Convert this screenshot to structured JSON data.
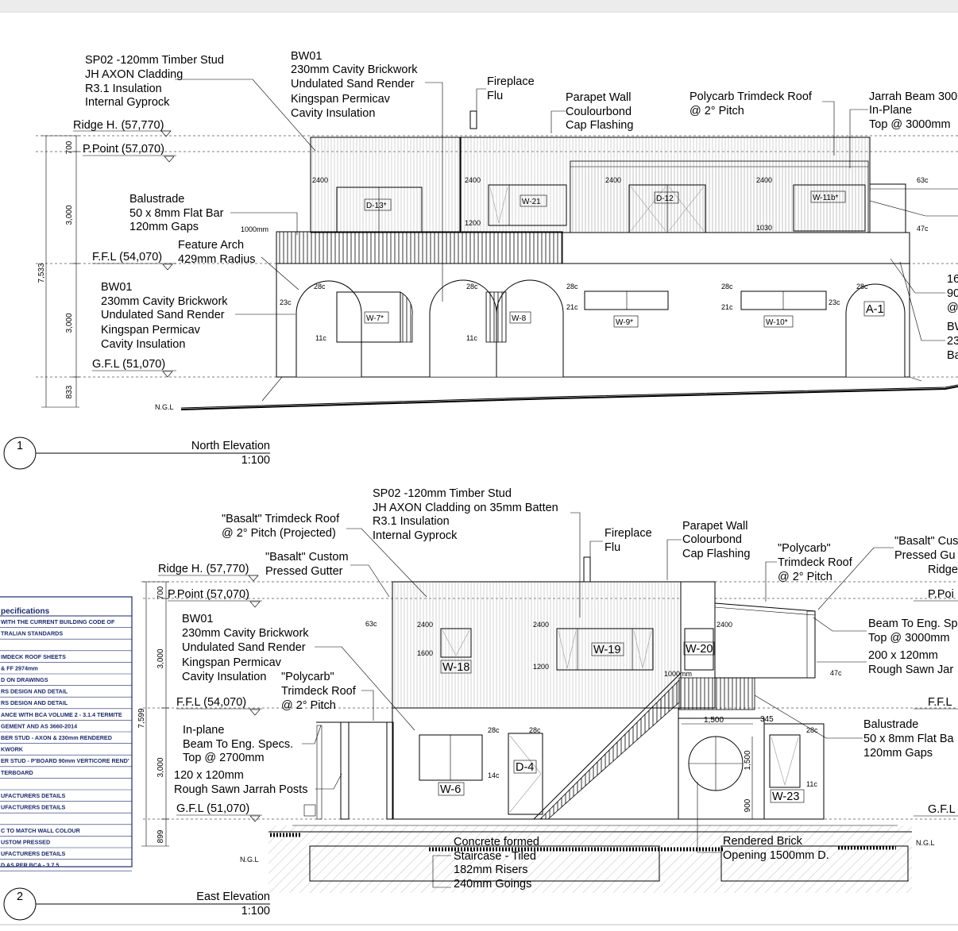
{
  "elevation1": {
    "title": "North Elevation",
    "scale": "1:100",
    "number": "1",
    "levels": {
      "ridge": "Ridge H. (57,770)",
      "ppoint": "P.Point (57,070)",
      "ffl": "F.F.L (54,070)",
      "gfl": "G.F.L (51,070)",
      "ngl": "N.G.L"
    },
    "dims": {
      "total": "7,533",
      "top": "700",
      "upper": "3,000",
      "lower": "3,000",
      "base": "833"
    },
    "notes": {
      "sp02": [
        "SP02 -120mm Timber Stud",
        "JH AXON Cladding",
        "R3.1 Insulation",
        "Internal Gyprock"
      ],
      "bw01_top": [
        "BW01",
        "230mm Cavity Brickwork",
        "Undulated Sand Render",
        "Kingspan Permicav",
        "Cavity Insulation"
      ],
      "fireplace": [
        "Fireplace",
        "Flu"
      ],
      "parapet": [
        "Parapet Wall",
        "Coulourbond",
        "Cap Flashing"
      ],
      "polycarb": [
        "Polycarb Trimdeck Roof",
        "@ 2° Pitch"
      ],
      "jarrah": [
        "Jarrah Beam 300",
        "In-Plane",
        "Top @ 3000mm"
      ],
      "balustrade": [
        "Balustrade",
        "50 x 8mm Flat Bar",
        "120mm Gaps"
      ],
      "arch": [
        "Feature Arch",
        "429mm Radius"
      ],
      "bw01_low": [
        "BW01",
        "230mm Cavity Brickwork",
        "Undulated Sand Render",
        "Kingspan Permicav",
        "Cavity Insulation"
      ],
      "right_partial": [
        "16",
        "90",
        "@",
        "BW",
        "23",
        "Ba"
      ]
    },
    "windows": {
      "d13": "D-13*",
      "w21": "W-21",
      "d12": "D-12",
      "w11b": "W-11b*",
      "w7": "W-7*",
      "w8": "W-8",
      "w9": "W-9*",
      "w10": "W-10*",
      "a1": "A-1"
    },
    "small": {
      "h2400a": "2400",
      "h2400b": "2400",
      "h2400c": "2400",
      "h2400d": "2400",
      "h1200": "1200",
      "h1030": "1030",
      "h1000": "1000mm",
      "c63": "63c",
      "c47": "47c",
      "c28a": "28c",
      "c28b": "28c",
      "c28c": "28c",
      "c28d": "28c",
      "c28e": "28c",
      "c23a": "23c",
      "c23b": "23c",
      "c21a": "21c",
      "c21b": "21c",
      "c11a": "11c",
      "c11b": "11c"
    }
  },
  "elevation2": {
    "title": "East Elevation",
    "scale": "1:100",
    "number": "2",
    "levels": {
      "ridge": "Ridge H. (57,770)",
      "ppoint": "P.Point (57,070)",
      "ffl": "F.F.L  (54,070)",
      "gfl": "G.F.L (51,070)",
      "ngl": "N.G.L",
      "ppoint_r": "P.Poi",
      "ffl_r": "F.F.L",
      "gfl_r": "G.F.L",
      "ngl_r": "N.G.L"
    },
    "dims": {
      "total": "7,599",
      "top": "700",
      "upper": "3,000",
      "lower": "3,000",
      "base": "899",
      "w1500": "1,500",
      "w345": "345",
      "h1500": "1,500",
      "h900": "900"
    },
    "notes": {
      "sp02": [
        "SP02 -120mm Timber Stud",
        "JH AXON Cladding on 35mm Batten",
        "R3.1 Insulation",
        "Internal Gyprock"
      ],
      "basalt_roof": [
        "\"Basalt\" Trimdeck Roof",
        "@ 2° Pitch (Projected)"
      ],
      "basalt_gutter": [
        "\"Basalt\" Custom",
        "Pressed Gutter"
      ],
      "fireplace": [
        "Fireplace",
        "Flu"
      ],
      "parapet": [
        "Parapet Wall",
        "Colourbond",
        "Cap Flashing"
      ],
      "polycarb": [
        "\"Polycarb\"",
        "Trimdeck Roof",
        "@ 2° Pitch"
      ],
      "basalt_right": [
        "\"Basalt\" Cus",
        "Pressed Gu",
        "Ridge"
      ],
      "bw01": [
        "BW01",
        "230mm Cavity Brickwork",
        "Undulated Sand Render",
        "Kingspan Permicav",
        "Cavity Insulation"
      ],
      "polycarb2": [
        "\"Polycarb\"",
        "Trimdeck Roof",
        "@ 2° Pitch"
      ],
      "beam_right": [
        "Beam To Eng. Sp",
        "Top @ 3000mm"
      ],
      "jarrah_right": [
        "200 x 120mm",
        "Rough Sawn Jar"
      ],
      "inplane": [
        "In-plane",
        "Beam To Eng. Specs.",
        "Top @ 2700mm"
      ],
      "posts": [
        "120 x 120mm",
        "Rough Sawn Jarrah Posts"
      ],
      "balustrade": [
        "Balustrade",
        "50 x 8mm Flat Ba",
        "120mm Gaps"
      ],
      "staircase": [
        "Concrete formed",
        "Staircase - Tiled",
        "182mm Risers",
        "240mm Goings"
      ],
      "opening": [
        "Rendered Brick",
        "Opening 1500mm D."
      ]
    },
    "windows": {
      "w18": "W-18",
      "w19": "W-19",
      "w20": "W-20",
      "w6": "W-6",
      "d4": "D-4",
      "w23": "W-23"
    },
    "small": {
      "c63": "63c",
      "h2400a": "2400",
      "h2400b": "2400",
      "h2400c": "2400",
      "h1600": "1600",
      "h1200": "1200",
      "h1000": "1000mm",
      "c47": "47c",
      "c28a": "28c",
      "c28b": "28c",
      "c28c": "28c",
      "c14": "14c",
      "c11": "11c"
    }
  },
  "specs": {
    "heading": "pecifications",
    "rows": [
      "WITH THE CURRENT BUILDING CODE OF",
      "TRALIAN STANDARDS",
      "",
      "IMDECK ROOF SHEETS",
      "& FF 2974mm",
      "D ON DRAWINGS",
      "RS DESIGN AND DETAIL",
      "RS DESIGN AND DETAIL",
      "ANCE WITH BCA VOLUME 2 - 3.1.4 TERMITE",
      "GEMENT AND AS 3660-2014",
      "BER STUD - AXON  & 230mm RENDERED",
      "KWORK",
      "ER STUD - P'BOARD 90mm VERTICORE REND'",
      "TERBOARD",
      "",
      "UFACTURERS DETAILS",
      "UFACTURERS DETAILS",
      "",
      "C TO MATCH WALL COLOUR",
      "USTOM PRESSED",
      "UFACTURERS DETAILS",
      "D AS PER BCA - 3.7.5"
    ]
  }
}
